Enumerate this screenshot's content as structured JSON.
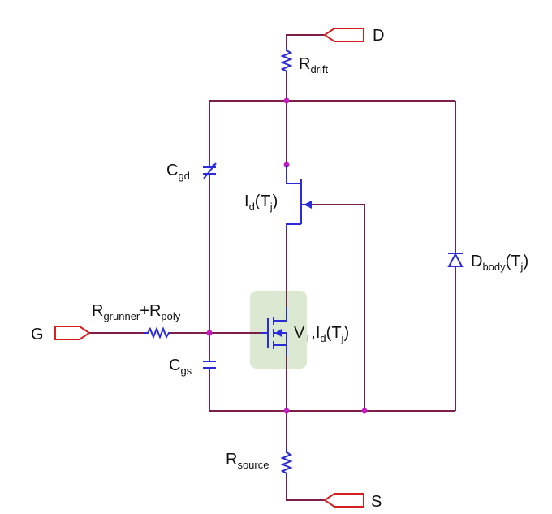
{
  "ports": {
    "drain": "D",
    "gate": "G",
    "source": "S"
  },
  "labels": {
    "r_drift": {
      "main": "R",
      "sub": "drift"
    },
    "c_gd": {
      "main": "C",
      "sub": "gd"
    },
    "c_gs": {
      "main": "C",
      "sub": "gs"
    },
    "r_gate": {
      "p1": "R",
      "s1": "grunner",
      "p2": "+R",
      "s2": "poly"
    },
    "r_source": {
      "main": "R",
      "sub": "source"
    },
    "jfet": {
      "p1": "I",
      "s1": "d",
      "p2": "(T",
      "s2": "j",
      "p3": ")"
    },
    "mosfet": {
      "p1": "V",
      "s1": "T",
      "p2": ",I",
      "s2": "d",
      "p3": "(T",
      "s3": "j",
      "p4": ")"
    },
    "body_diode": {
      "p1": "D",
      "s1": "body",
      "p2": "(T",
      "s2": "j",
      "p3": ")"
    }
  },
  "colors": {
    "wire": "#7a1f4a",
    "component": "#2b2bd9",
    "port": "#d42020",
    "node": "#c21bc2",
    "highlight": "#cfe0c3"
  }
}
